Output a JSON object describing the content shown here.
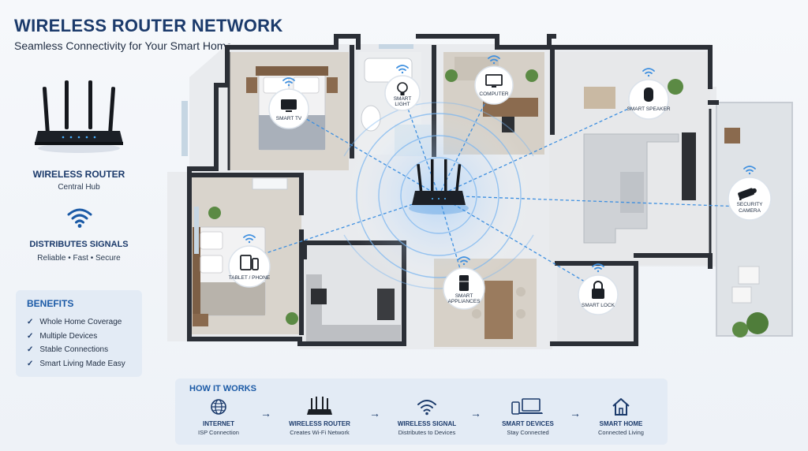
{
  "header": {
    "title": "WIRELESS ROUTER NETWORK",
    "subtitle": "Seamless Connectivity for Your Smart Home"
  },
  "sidebar": {
    "router_title": "WIRELESS ROUTER",
    "router_sub": "Central Hub",
    "distributes_title": "DISTRIBUTES SIGNALS",
    "distributes_sub": "Reliable • Fast • Secure",
    "benefits_title": "BENEFITS",
    "benefits": [
      "Whole Home Coverage",
      "Multiple Devices",
      "Stable Connections",
      "Smart Living Made Easy"
    ]
  },
  "devices": {
    "smart_tv": "SMART TV",
    "smart_light_1": "SMART",
    "smart_light_2": "LIGHT",
    "computer": "COMPUTER",
    "smart_speaker": "SMART SPEAKER",
    "security_camera_1": "SECURITY",
    "security_camera_2": "CAMERA",
    "tablet_phone": "TABLET / PHONE",
    "smart_appliances_1": "SMART",
    "smart_appliances_2": "APPLIANCES",
    "smart_lock": "SMART LOCK"
  },
  "how_it_works": {
    "title": "HOW IT WORKS",
    "steps": [
      {
        "title": "INTERNET",
        "sub": "ISP Connection",
        "icon": "globe-icon"
      },
      {
        "title": "WIRELESS ROUTER",
        "sub": "Creates Wi-Fi Network",
        "icon": "router-icon"
      },
      {
        "title": "WIRELESS SIGNAL",
        "sub": "Distributes to Devices",
        "icon": "wifi-icon"
      },
      {
        "title": "SMART DEVICES",
        "sub": "Stay Connected",
        "icon": "devices-icon"
      },
      {
        "title": "SMART HOME",
        "sub": "Connected Living",
        "icon": "home-icon"
      }
    ],
    "arrow": "→"
  },
  "colors": {
    "accent": "#1b5aa6",
    "title": "#1b3a6b",
    "signal": "#3d8fe0",
    "wall": "#2b2f36"
  }
}
